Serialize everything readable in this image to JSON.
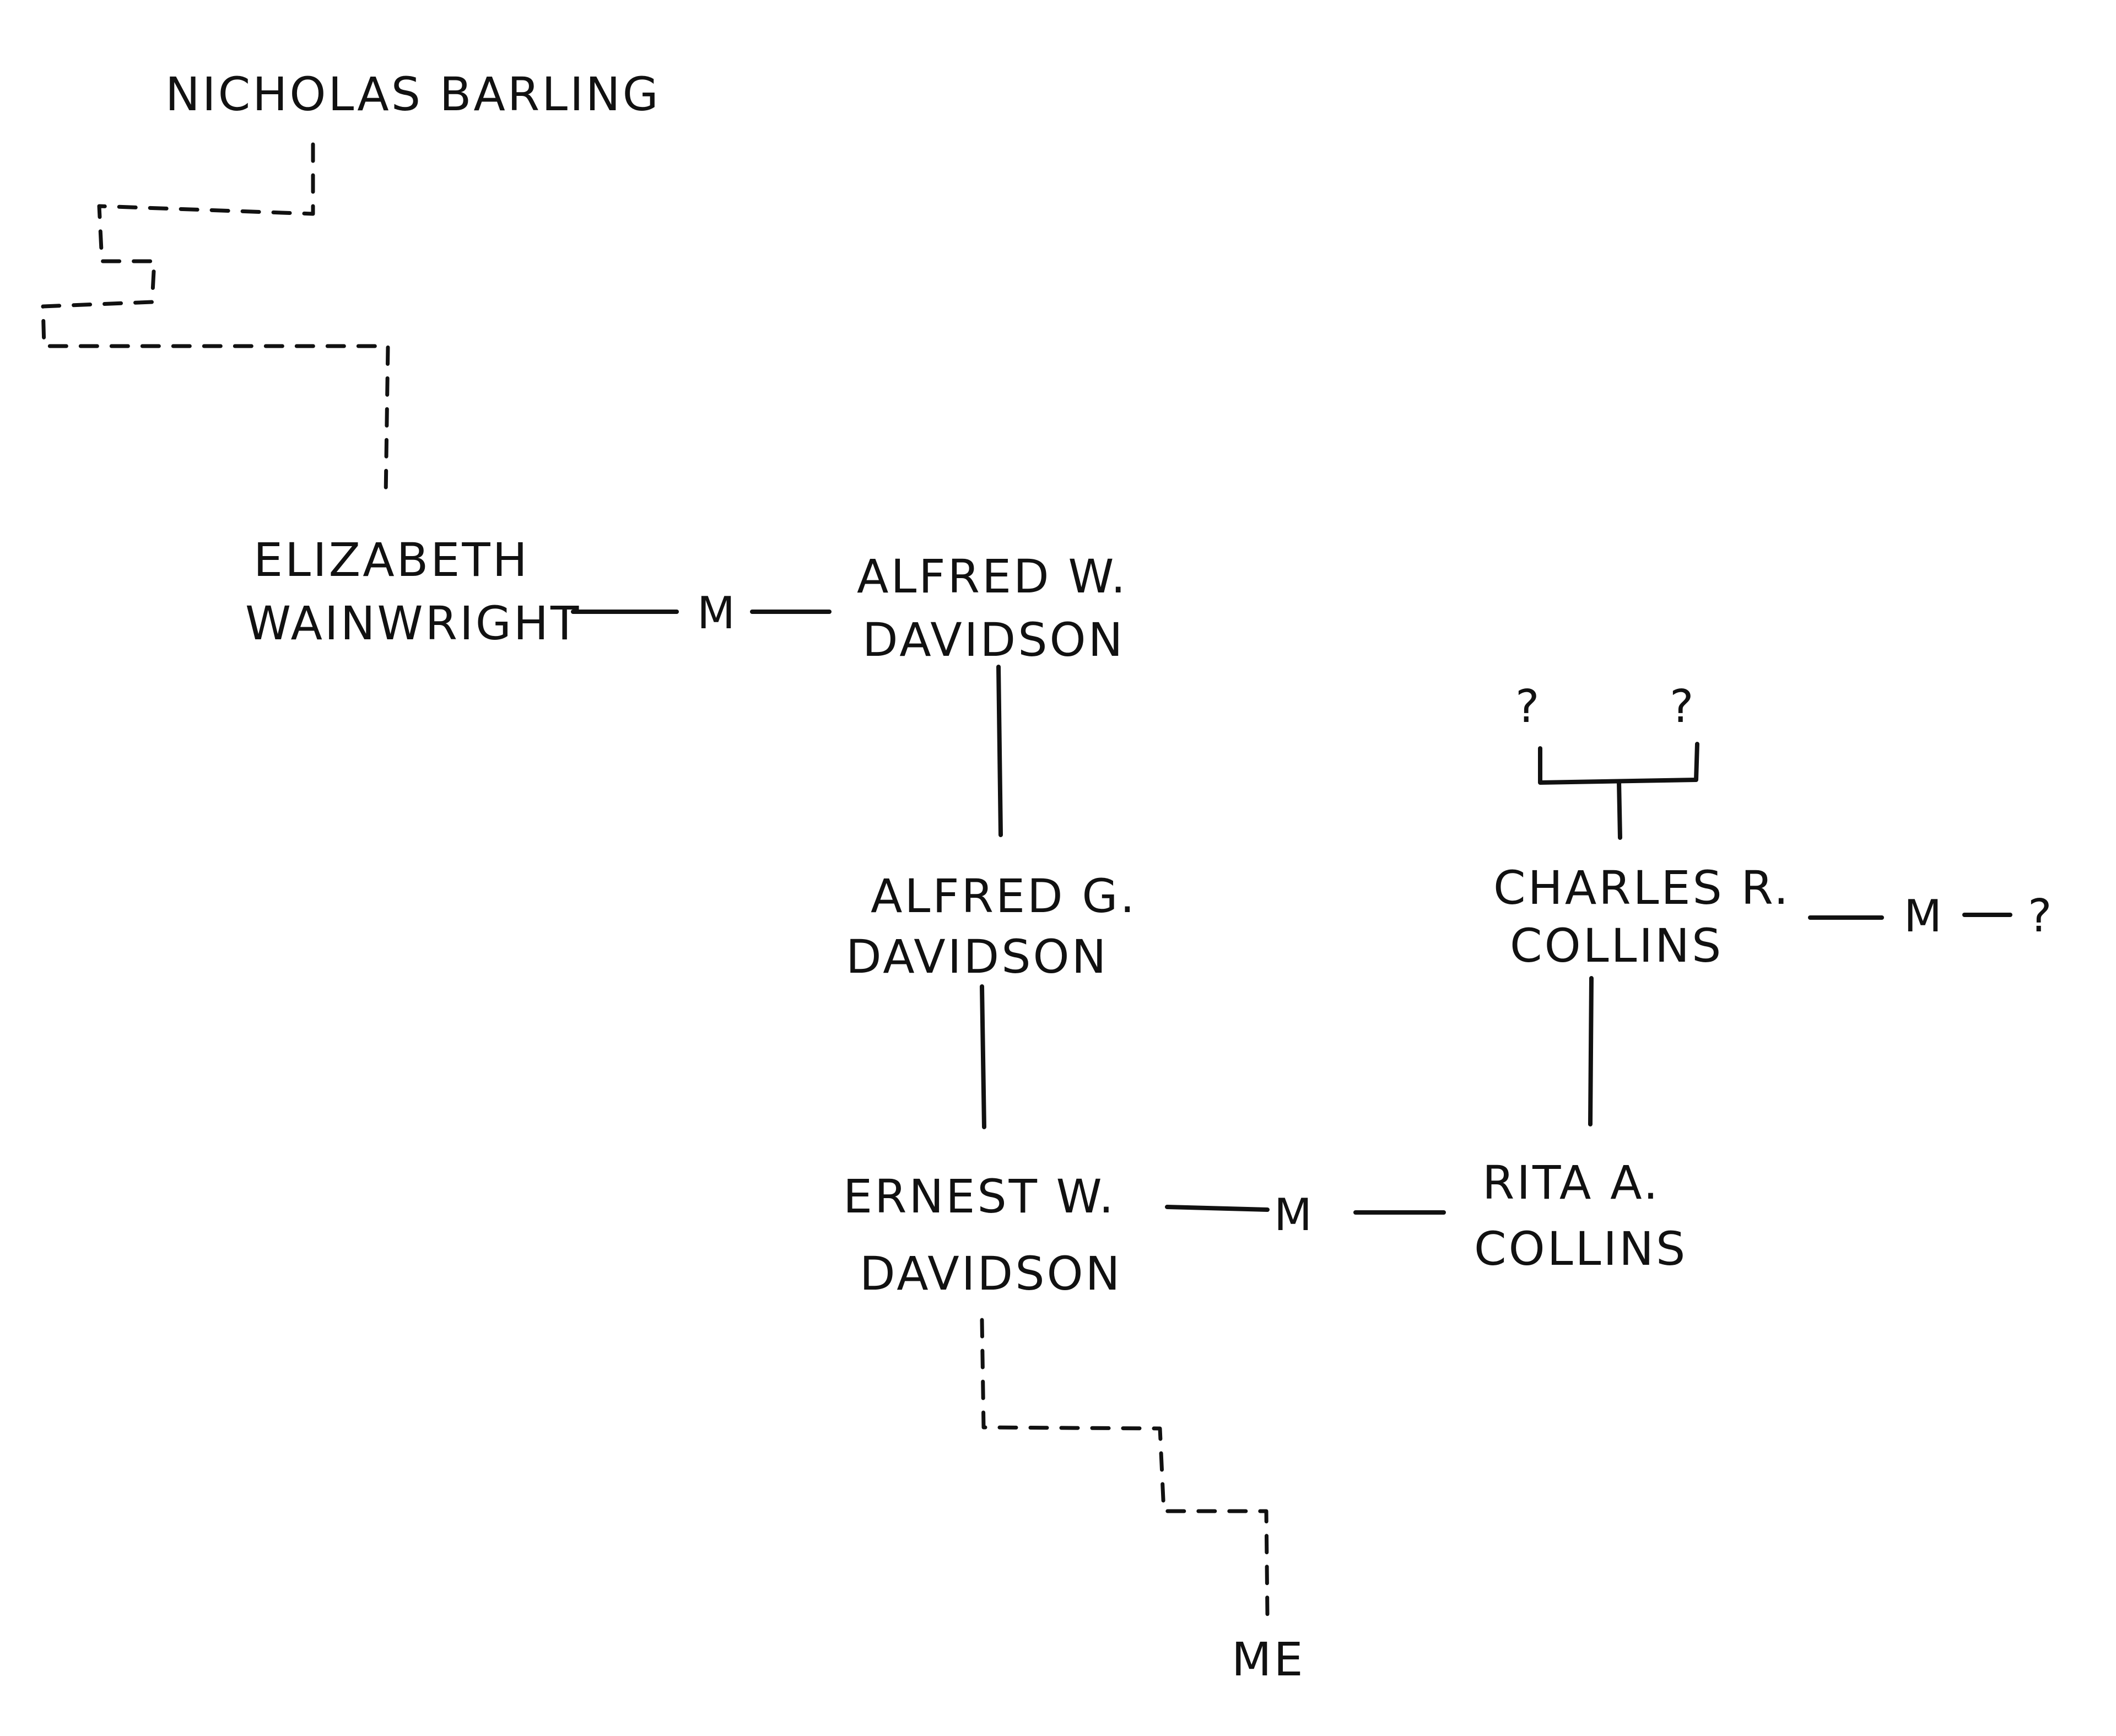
{
  "people": {
    "nicholas": {
      "name": "NICHOLAS BARLING"
    },
    "elizabeth": {
      "line1": "ELIZABETH",
      "line2": "WAINWRIGHT"
    },
    "alfred_w": {
      "line1": "ALFRED W.",
      "line2": "DAVIDSON"
    },
    "alfred_g": {
      "line1": "ALFRED G.",
      "line2": "DAVIDSON"
    },
    "ernest": {
      "line1": "ERNEST W.",
      "line2": "DAVIDSON"
    },
    "charles": {
      "line1": "CHARLES R.",
      "line2": "COLLINS"
    },
    "rita": {
      "line1": "RITA A.",
      "line2": "COLLINS"
    },
    "me": {
      "name": "ME"
    }
  },
  "unknowns": {
    "charles_parent_1": "?",
    "charles_parent_2": "?",
    "charles_spouse": "?"
  },
  "marriage_label": "M"
}
